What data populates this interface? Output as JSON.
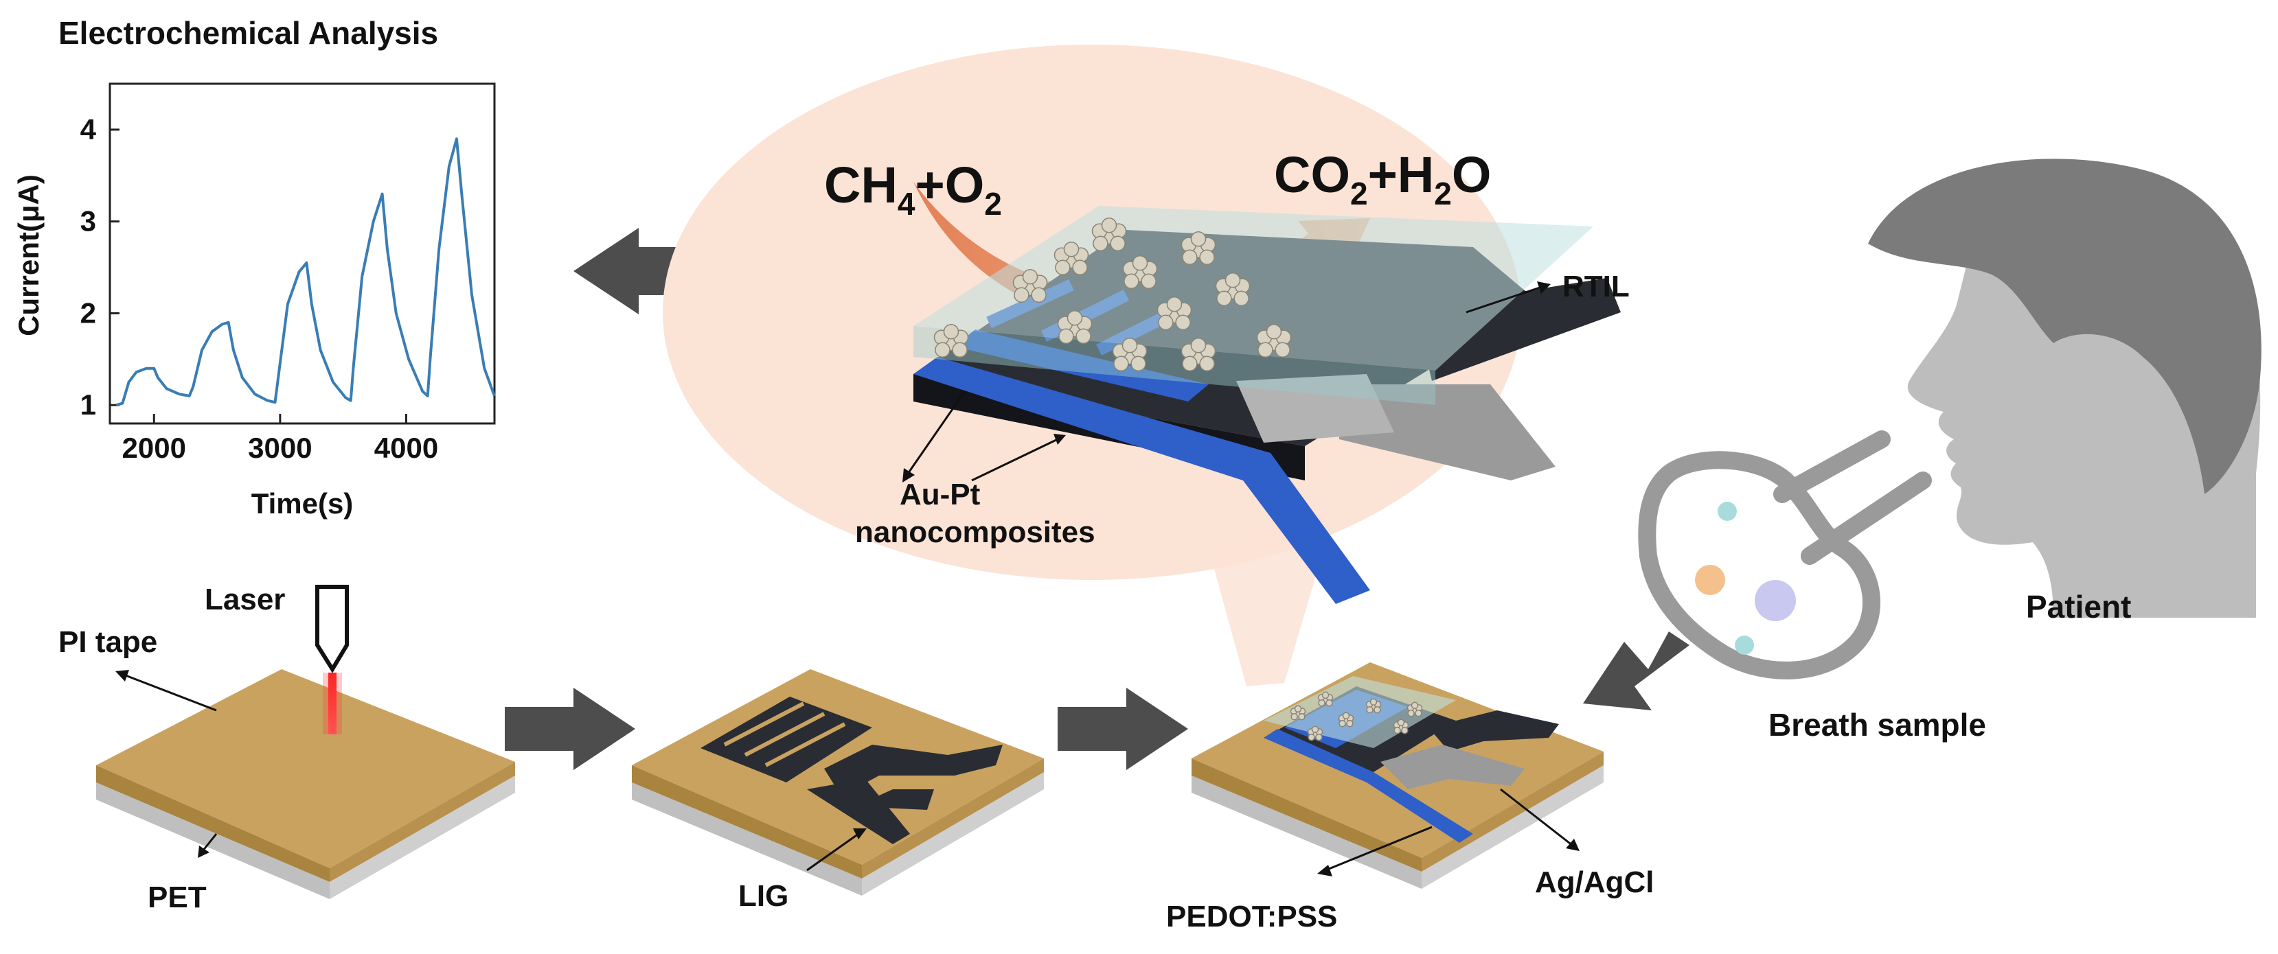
{
  "title": "Electrochemical Analysis",
  "chart_data": {
    "type": "line",
    "xlabel": "Time(s)",
    "ylabel": "Current(μA)",
    "xlim": [
      1650,
      4700
    ],
    "ylim": [
      0.8,
      4.5
    ],
    "xticks": [
      2000,
      3000,
      4000
    ],
    "yticks": [
      1,
      2,
      3,
      4
    ],
    "x": [
      1700,
      1750,
      1800,
      1860,
      1940,
      2000,
      2030,
      2100,
      2200,
      2280,
      2310,
      2380,
      2460,
      2540,
      2590,
      2630,
      2700,
      2800,
      2900,
      2960,
      2990,
      3060,
      3150,
      3210,
      3250,
      3320,
      3420,
      3520,
      3560,
      3580,
      3650,
      3740,
      3810,
      3850,
      3920,
      4020,
      4130,
      4170,
      4190,
      4260,
      4340,
      4400,
      4440,
      4520,
      4620,
      4700
    ],
    "values": [
      1.0,
      1.02,
      1.25,
      1.36,
      1.4,
      1.4,
      1.3,
      1.18,
      1.12,
      1.1,
      1.2,
      1.6,
      1.8,
      1.88,
      1.9,
      1.6,
      1.3,
      1.12,
      1.05,
      1.03,
      1.35,
      2.1,
      2.45,
      2.55,
      2.1,
      1.6,
      1.25,
      1.08,
      1.05,
      1.4,
      2.4,
      3.0,
      3.3,
      2.7,
      2.0,
      1.5,
      1.15,
      1.1,
      1.5,
      2.7,
      3.6,
      3.9,
      3.3,
      2.2,
      1.4,
      1.1
    ]
  },
  "reaction": {
    "reactants_main": "CH",
    "reactants_sub1": "4",
    "reactants_mid": "+O",
    "reactants_sub2": "2",
    "products_main": "CO",
    "products_sub1": "2",
    "products_mid": "+H",
    "products_sub2": "2",
    "products_end": "O"
  },
  "labels": {
    "rtil": "RTIL",
    "au_pt_1": "Au-Pt",
    "au_pt_2": "nanocomposites",
    "laser": "Laser",
    "pi_tape": "PI tape",
    "pet": "PET",
    "lig": "LIG",
    "pedot": "PEDOT:PSS",
    "agcl": "Ag/AgCl",
    "patient": "Patient",
    "breath": "Breath sample"
  },
  "colors": {
    "plot_line": "#3a7db5",
    "bubble": "#fbe3d6",
    "substrate": "#c9a260",
    "lig": "#2a2c33",
    "pedot": "#2f5fc8",
    "agcl": "#9a9a9a",
    "arrow": "#4d4d4d",
    "head": "#7b7b7b"
  }
}
